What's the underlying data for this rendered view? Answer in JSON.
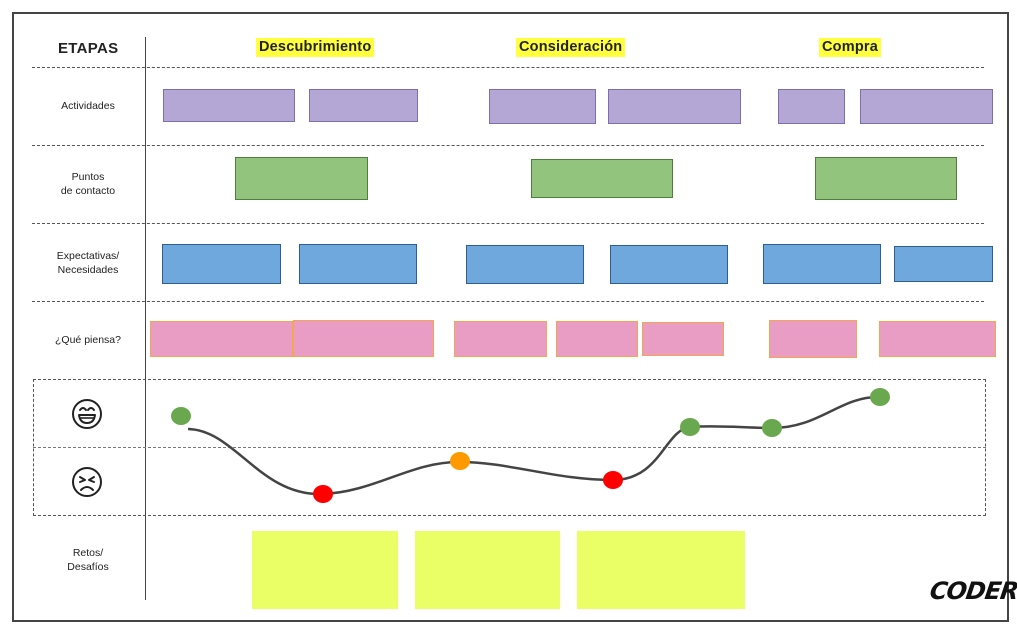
{
  "header": {
    "row_label": "ETAPAS",
    "stages": [
      "Descubrimiento",
      "Consideración",
      "Compra"
    ]
  },
  "rows": {
    "actividades": "Actividades",
    "puntos_contacto": [
      "Puntos",
      "de contacto"
    ],
    "expectativas": [
      "Expectativas/",
      "Necesidades"
    ],
    "que_piensa": "¿Qué piensa?",
    "retos": [
      "Retos/",
      "Desafíos"
    ]
  },
  "emotions": {
    "positive_icon": "happy-face-icon",
    "negative_icon": "sad-face-icon",
    "points": [
      {
        "stage_level": "positive",
        "color": "#6aa84f"
      },
      {
        "stage_level": "negative",
        "color": "#ff0000"
      },
      {
        "stage_level": "neutral",
        "color": "#ff9900"
      },
      {
        "stage_level": "negative",
        "color": "#ff0000"
      },
      {
        "stage_level": "positive",
        "color": "#6aa84f"
      },
      {
        "stage_level": "positive",
        "color": "#6aa84f"
      },
      {
        "stage_level": "positive",
        "color": "#6aa84f"
      }
    ]
  },
  "colors": {
    "actividades": "#b4a7d6",
    "puntos_contacto": "#93c47d",
    "expectativas": "#6fa8dc",
    "que_piensa": "#e99cc4",
    "retos": "#eaff66",
    "stage_highlight": "#ffff3d"
  },
  "logo": {
    "text": "CODERH"
  }
}
